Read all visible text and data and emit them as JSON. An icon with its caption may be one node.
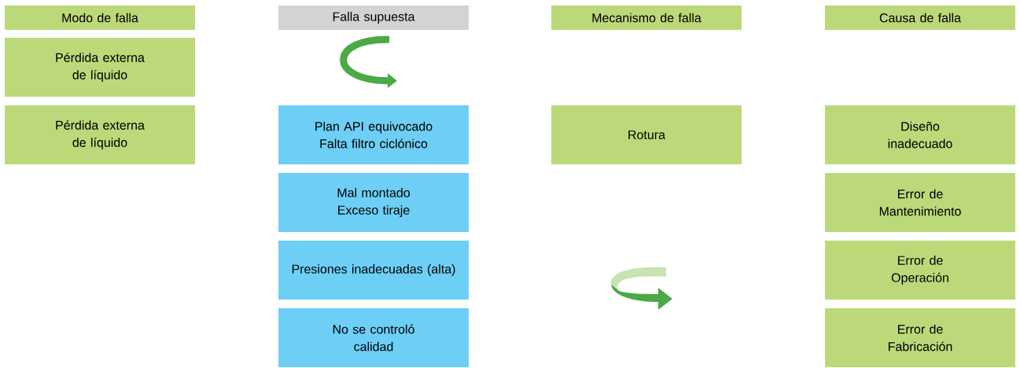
{
  "diagram": {
    "nodes": [
      {
        "text": [
          "Modo de falla"
        ]
      },
      {
        "text": [
          "Falla supuesta"
        ]
      },
      {
        "text": [
          "Mecanismo de falla"
        ]
      },
      {
        "text": [
          "Causa de falla"
        ]
      },
      {
        "text": [
          "Pérdida externa de líquido"
        ]
      },
      {
        "text": [
          "Pérdida externa de líquido"
        ]
      },
      {
        "text": [
          "Plan API equivocado Falta filtro ciclónico"
        ]
      },
      {
        "text": [
          "Mal montado Exceso tiraje"
        ]
      },
      {
        "text": [
          "Presiones inadecuadas (alta)"
        ]
      },
      {
        "text": [
          "No se controló calidad"
        ]
      },
      {
        "text": [
          "Rotura"
        ]
      },
      {
        "text": [],
        "shape": "arrow"
      },
      {
        "text": [
          "Diseño inadecuado"
        ]
      },
      {
        "text": [
          "Error de Mantenimiento"
        ]
      },
      {
        "text": [
          "Error de Operación"
        ]
      },
      {
        "text": [
          "Error de Fabricación"
        ]
      }
    ],
    "edges": [
      {
        "from": 1,
        "to": 6,
        "arrow": "to"
      }
    ]
  }
}
